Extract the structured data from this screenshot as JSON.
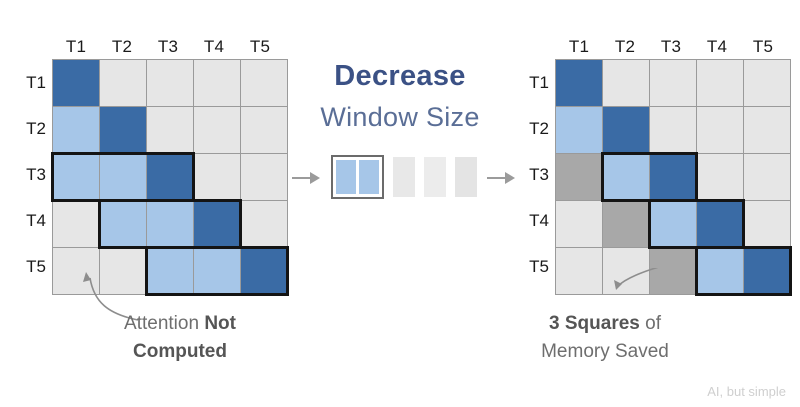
{
  "center": {
    "title_line1": "Decrease",
    "title_line2": "Window Size",
    "arrow_left": "→",
    "arrow_right": "→",
    "window_widget": {
      "active_cells": 2,
      "inactive_cells": 3,
      "name": "window-size-indicator"
    }
  },
  "colors": {
    "dark_blue": "#3a6ba5",
    "light_blue": "#a6c6e8",
    "empty_gray": "#e6e6e6",
    "saved_gray": "#a8a8a8",
    "grid_line": "#9a9a9a",
    "window_outline": "#141414",
    "title_blue": "#3b5185",
    "subtitle_blue": "#5a6e96",
    "caption_gray": "#6e6e6e"
  },
  "left_matrix": {
    "name": "attention-matrix-window-3",
    "window_size": 3,
    "col_headers": [
      "T1",
      "T2",
      "T3",
      "T4",
      "T5"
    ],
    "row_headers": [
      "T1",
      "T2",
      "T3",
      "T4",
      "T5"
    ],
    "cells": [
      [
        "dark",
        "empty",
        "empty",
        "empty",
        "empty"
      ],
      [
        "light",
        "dark",
        "empty",
        "empty",
        "empty"
      ],
      [
        "light",
        "light",
        "dark",
        "empty",
        "empty"
      ],
      [
        "empty",
        "light",
        "light",
        "dark",
        "empty"
      ],
      [
        "empty",
        "empty",
        "light",
        "light",
        "dark"
      ]
    ],
    "window_boxes": [
      {
        "row": 3,
        "col_start": 1,
        "col_end": 3
      },
      {
        "row": 4,
        "col_start": 2,
        "col_end": 4
      },
      {
        "row": 5,
        "col_start": 3,
        "col_end": 5
      }
    ],
    "caption_prefix": "Attention ",
    "caption_bold": "Not",
    "caption_line2": "Computed"
  },
  "right_matrix": {
    "name": "attention-matrix-window-2",
    "window_size": 2,
    "col_headers": [
      "T1",
      "T2",
      "T3",
      "T4",
      "T5"
    ],
    "row_headers": [
      "T1",
      "T2",
      "T3",
      "T4",
      "T5"
    ],
    "cells": [
      [
        "dark",
        "empty",
        "empty",
        "empty",
        "empty"
      ],
      [
        "light",
        "dark",
        "empty",
        "empty",
        "empty"
      ],
      [
        "saved",
        "light",
        "dark",
        "empty",
        "empty"
      ],
      [
        "empty",
        "saved",
        "light",
        "dark",
        "empty"
      ],
      [
        "empty",
        "empty",
        "saved",
        "light",
        "dark"
      ]
    ],
    "window_boxes": [
      {
        "row": 3,
        "col_start": 2,
        "col_end": 3
      },
      {
        "row": 4,
        "col_start": 3,
        "col_end": 4
      },
      {
        "row": 5,
        "col_start": 4,
        "col_end": 5
      }
    ],
    "caption_bold": "3 Squares",
    "caption_suffix": " of",
    "caption_line2": "Memory Saved"
  },
  "watermark": "AI, but simple"
}
